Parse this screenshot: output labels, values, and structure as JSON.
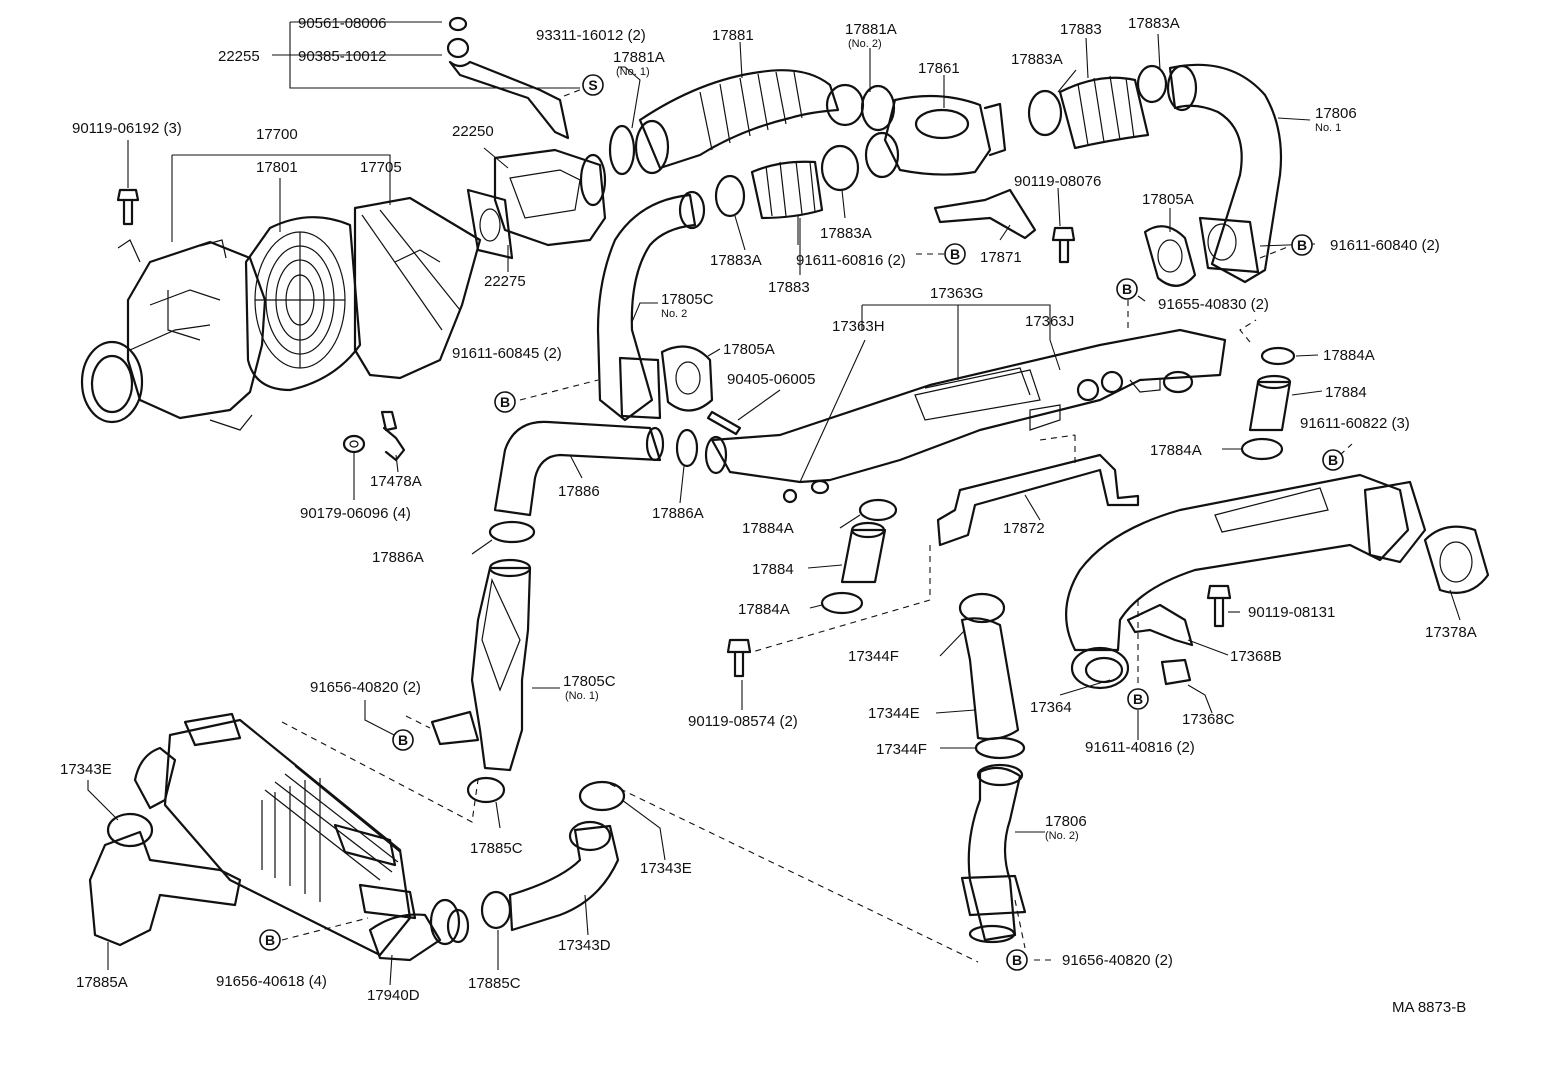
{
  "drawing_code": "MA  8873-B",
  "circle_marks": {
    "b": "B",
    "s": "S"
  },
  "labels": {
    "p90561_08006": "90561-08006",
    "p22255": "22255",
    "p90385_10012": "90385-10012",
    "p93311_16012": "93311-16012 (2)",
    "p17881a_no1": "17881A",
    "p17881a_no1_sub": "(No. 1)",
    "p17881": "17881",
    "p17881a_no2": "17881A",
    "p17881a_no2_sub": "(No. 2)",
    "p17861": "17861",
    "p17883_top": "17883",
    "p17883a_top": "17883A",
    "p17883a_mid": "17883A",
    "p17806_no1": "17806",
    "p17806_no1_sub": "No. 1",
    "p90119_06192": "90119-06192 (3)",
    "p17700": "17700",
    "p17801": "17801",
    "p17705": "17705",
    "p22250": "22250",
    "p22275": "22275",
    "p90119_08076": "90119-08076",
    "p17805a_right": "17805A",
    "p91611_60840": "91611-60840 (2)",
    "p17883a_low1": "17883A",
    "p91611_60816": "91611-60816 (2)",
    "p17883a_low2": "17883A",
    "p17871": "17871",
    "p17883_low": "17883",
    "p17805c_no2": "17805C",
    "p17805c_no2_sub": "No. 2",
    "p17363g": "17363G",
    "p17363h": "17363H",
    "p17363j": "17363J",
    "p91655_40830": "91655-40830 (2)",
    "p91611_60845": "91611-60845 (2)",
    "p17805a_mid": "17805A",
    "p90405_06005": "90405-06005",
    "p17884a_r1": "17884A",
    "p17884_r": "17884",
    "p91611_60822": "91611-60822 (3)",
    "p17884a_r2": "17884A",
    "p17478a": "17478A",
    "p90179_06096": "90179-06096 (4)",
    "p17886": "17886",
    "p17886a_mid": "17886A",
    "p17884a_c1": "17884A",
    "p17872": "17872",
    "p17886a_left": "17886A",
    "p17884_c": "17884",
    "p17884a_c2": "17884A",
    "p17378a": "17378A",
    "p90119_08131": "90119-08131",
    "p17344f_top": "17344F",
    "p17368b": "17368B",
    "p91656_40820_left": "91656-40820 (2)",
    "p17805c_no1": "17805C",
    "p17805c_no1_sub": "(No. 1)",
    "p90119_08574": "90119-08574 (2)",
    "p17344e": "17344E",
    "p17364": "17364",
    "p17368c": "17368C",
    "p17344f_low": "17344F",
    "p91611_40816": "91611-40816 (2)",
    "p17343e_left": "17343E",
    "p17806_no2": "17806",
    "p17806_no2_sub": "(No. 2)",
    "p17885c_mid": "17885C",
    "p17343e_mid": "17343E",
    "p17885a": "17885A",
    "p91656_40618": "91656-40618 (4)",
    "p17940d": "17940D",
    "p17885c_low": "17885C",
    "p17343d": "17343D",
    "p91656_40820_right": "91656-40820 (2)"
  }
}
